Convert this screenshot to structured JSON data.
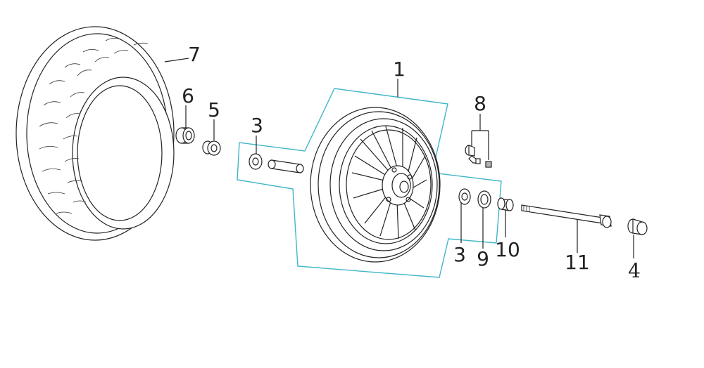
{
  "diagram": {
    "callouts": [
      {
        "id": "c1",
        "label": "1"
      },
      {
        "id": "c3a",
        "label": "3"
      },
      {
        "id": "c3b",
        "label": "3"
      },
      {
        "id": "c4",
        "label": "4"
      },
      {
        "id": "c5",
        "label": "5"
      },
      {
        "id": "c6",
        "label": "6"
      },
      {
        "id": "c7",
        "label": "7"
      },
      {
        "id": "c8",
        "label": "8"
      },
      {
        "id": "c9",
        "label": "9"
      },
      {
        "id": "c10",
        "label": "10"
      },
      {
        "id": "c11",
        "label": "11"
      }
    ],
    "colors": {
      "line": "#222222",
      "assembly_boundary": "#3fb6c8",
      "background": "#ffffff"
    }
  }
}
